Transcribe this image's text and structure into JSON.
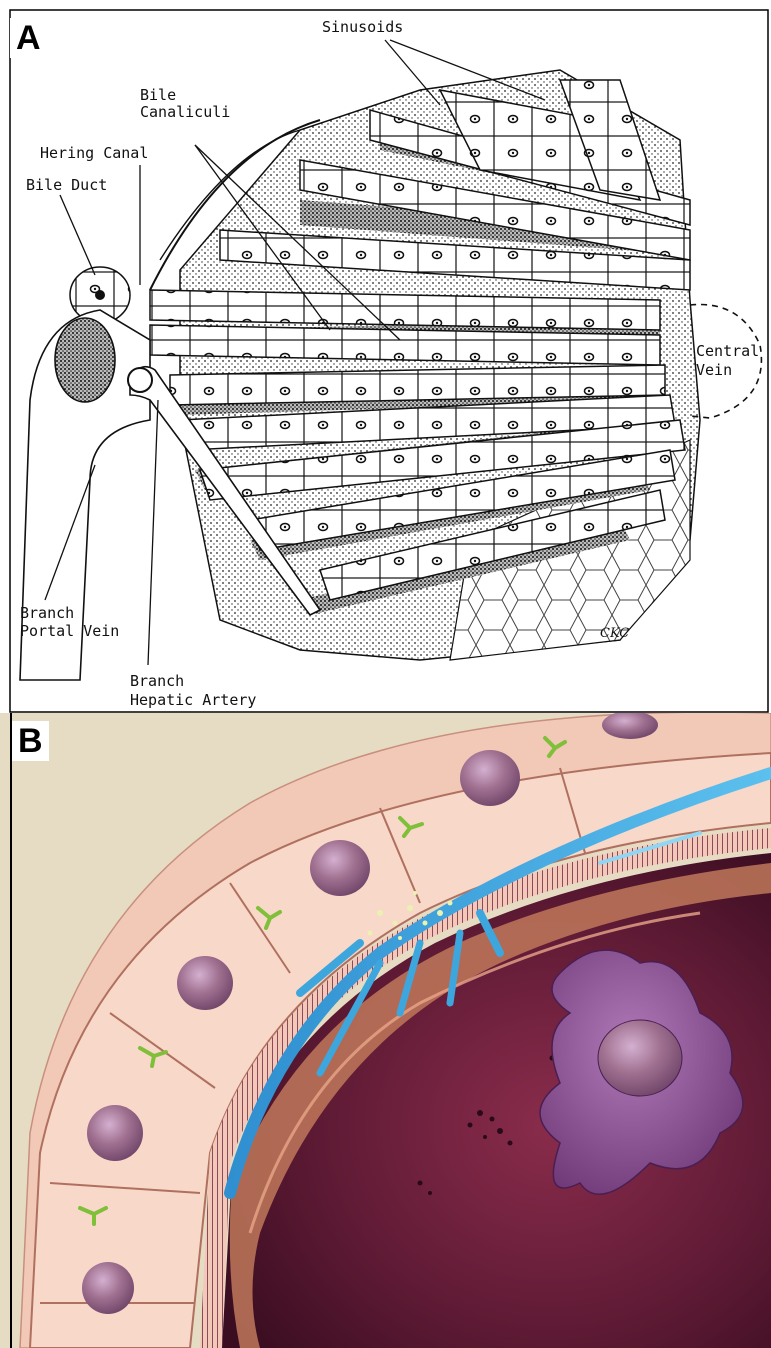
{
  "figure": {
    "panels": [
      {
        "letter": "A",
        "style": "black-and-white pen illustration",
        "labels": {
          "sinusoids": "Sinusoids",
          "bile_canaliculi_1": "Bile",
          "bile_canaliculi_2": "Canaliculi",
          "hering_canal": "Hering Canal",
          "bile_duct": "Bile Duct",
          "central_vein_1": "Central",
          "central_vein_2": "Vein",
          "portal_vein_1": "Branch",
          "portal_vein_2": "Portal Vein",
          "hepatic_artery_1": "Branch",
          "hepatic_artery_2": "Hepatic Artery",
          "signature": "CKC"
        }
      },
      {
        "letter": "B",
        "style": "color medical illustration"
      }
    ]
  },
  "colors": {
    "ink": "#111111",
    "background_b": "#e6dcc4",
    "hepatocyte": "#f6d2c2",
    "nucleus": "#a07090",
    "bile_canaliculus": "#3da6dd",
    "sinusoid_lumen": "#6a1f3a",
    "kupffer_cell": "#8a4a8e",
    "junction": "#7fbf3a"
  }
}
